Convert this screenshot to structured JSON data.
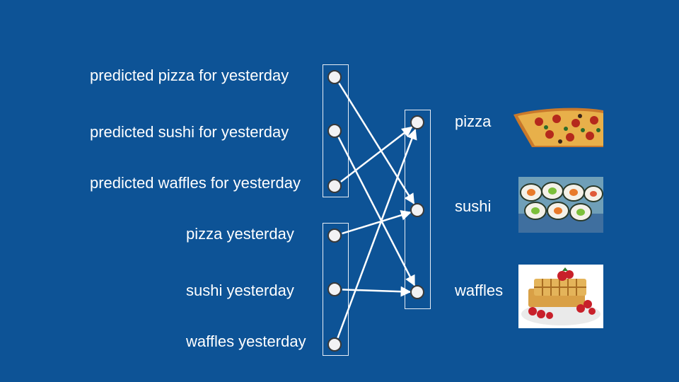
{
  "inputs": [
    {
      "label": "predicted pizza for yesterday"
    },
    {
      "label": "predicted sushi for yesterday"
    },
    {
      "label": "predicted waffles for yesterday"
    },
    {
      "label": "pizza yesterday"
    },
    {
      "label": "sushi yesterday"
    },
    {
      "label": "waffles yesterday"
    }
  ],
  "outputs": [
    {
      "label": "pizza",
      "image": "pizza-photo"
    },
    {
      "label": "sushi",
      "image": "sushi-photo"
    },
    {
      "label": "waffles",
      "image": "waffles-photo"
    }
  ],
  "connections": [
    {
      "from": 0,
      "to": 1
    },
    {
      "from": 1,
      "to": 2
    },
    {
      "from": 2,
      "to": 0
    },
    {
      "from": 3,
      "to": 1
    },
    {
      "from": 4,
      "to": 2
    },
    {
      "from": 5,
      "to": 0
    }
  ],
  "colors": {
    "background": "#0d5396",
    "lines": "#ffffff",
    "node": "#f2f2f4"
  }
}
